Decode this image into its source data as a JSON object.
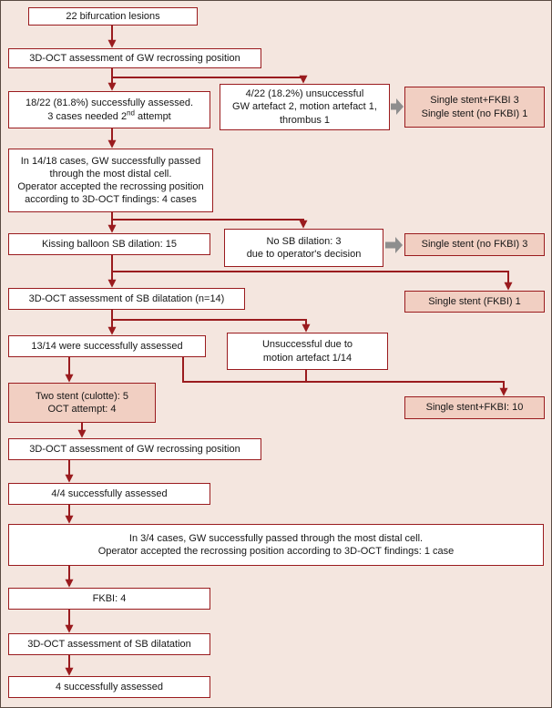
{
  "colors": {
    "accent_dark_red": "#9a1b1e",
    "highlight_pink": "#f1cfc2",
    "background": "#f4e6df",
    "gray_arrow": "#8e8e8e"
  },
  "boxes": {
    "lesions": "22 bifurcation lesions",
    "oct_gw_1": "3D-OCT assessment of GW recrossing position",
    "assessed_18": {
      "line1": "18/22 (81.8%) successfully assessed.",
      "line2_pre": "3 cases needed 2",
      "line2_sup": "nd",
      "line2_post": " attempt"
    },
    "unsuccessful_4": "4/22 (18.2%) unsuccessful\nGW artefact 2, motion artefact 1,\nthrombus 1",
    "single_stent_fkbi_3": "Single stent+FKBI 3\nSingle stent (no FKBI) 1",
    "cases_14_18": "In 14/18 cases, GW successfully passed\nthrough the most distal cell.\nOperator accepted the recrossing position\naccording to 3D-OCT findings: 4 cases",
    "kissing_balloon": "Kissing balloon SB dilation: 15",
    "no_sb_dilation": "No SB dilation: 3\ndue to operator's decision",
    "single_stent_no_fkbi_3": "Single stent (no FKBI) 3",
    "oct_sb_14": "3D-OCT assessment of SB dilatation (n=14)",
    "single_stent_fkbi_1": "Single stent (FKBI) 1",
    "assessed_13": "13/14 were successfully assessed",
    "unsuccessful_1": "Unsuccessful due to\nmotion artefact 1/14",
    "single_stent_fkbi_10": "Single stent+FKBI: 10",
    "two_stent": "Two stent (culotte): 5\nOCT attempt: 4",
    "oct_gw_2": "3D-OCT assessment of GW recrossing position",
    "assessed_4_4": "4/4 successfully assessed",
    "cases_3_4": "In 3/4 cases, GW successfully passed through the most distal cell.\nOperator accepted the recrossing position according to 3D-OCT findings: 1 case",
    "fkbi_4": "FKBI: 4",
    "oct_sb_2": "3D-OCT assessment of SB dilatation",
    "assessed_4": "4 successfully assessed"
  }
}
